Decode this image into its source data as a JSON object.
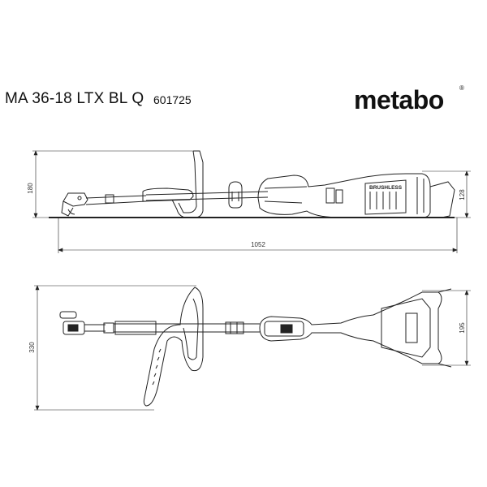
{
  "header": {
    "model": "MA 36-18 LTX BL Q",
    "article_number": "601725",
    "brand": "metabo",
    "brand_mark": "®"
  },
  "side_view": {
    "height_label": "180",
    "length_label": "1052",
    "motor_height_label": "128",
    "housing_text": "BRUSHLESS"
  },
  "top_view": {
    "width_label": "330",
    "head_width_label": "195"
  }
}
